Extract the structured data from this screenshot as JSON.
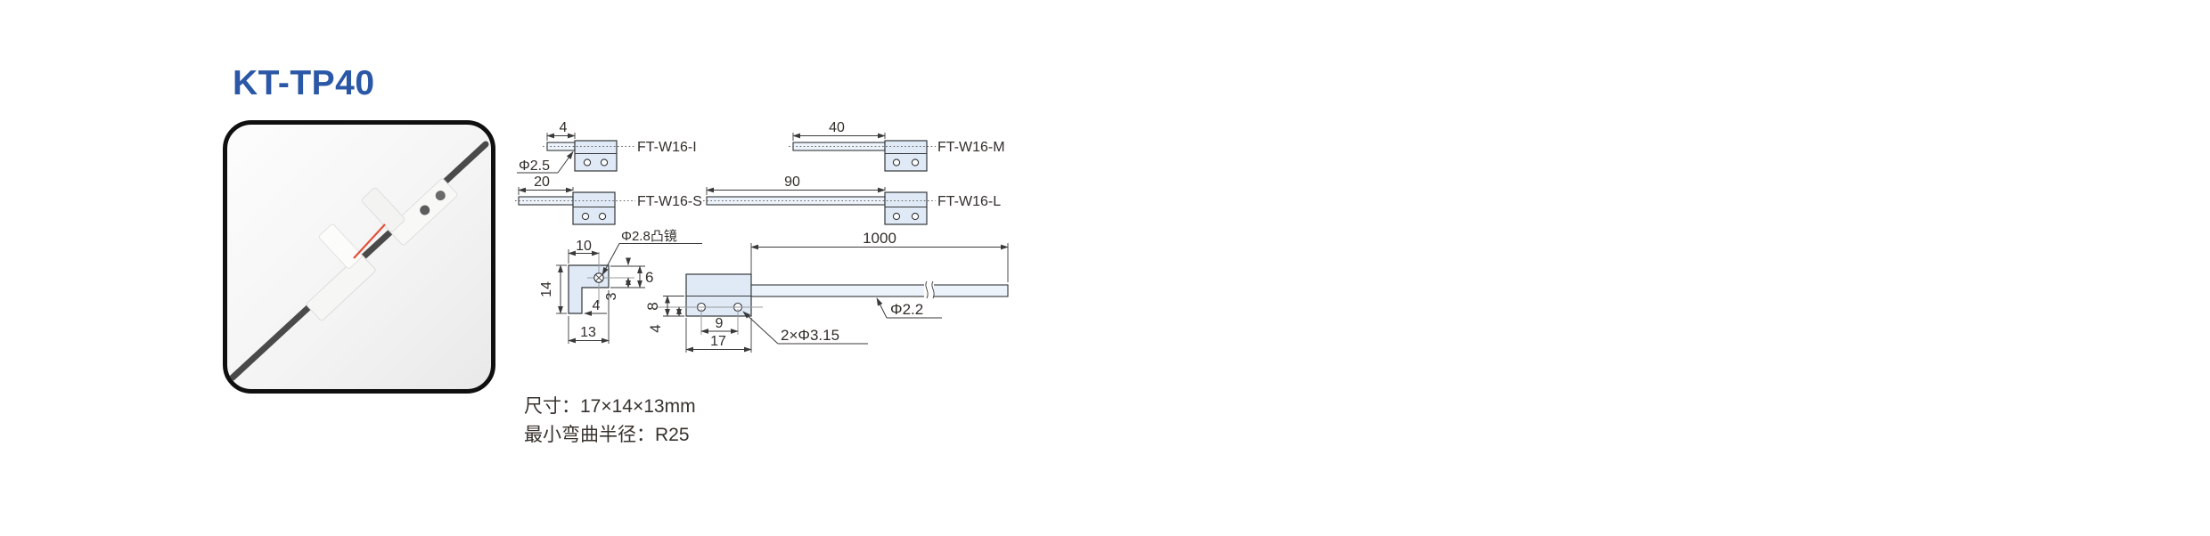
{
  "title": "KT-TP40",
  "colors": {
    "accent": "#2b57a7",
    "block_fill": "#dfeaf6",
    "beam": "#e5503a"
  },
  "variants": [
    {
      "label": "FT-W16-I",
      "tip_length": "4"
    },
    {
      "label": "FT-W16-M",
      "tip_length": "40"
    },
    {
      "label": "FT-W16-S",
      "tip_length": "20"
    },
    {
      "label": "FT-W16-L",
      "tip_length": "90"
    }
  ],
  "callouts": {
    "tip_diameter": "Φ2.5",
    "lens": "Φ2.8凸镜",
    "cable_diameter": "Φ2.2",
    "mounting_holes": "2×Φ3.15"
  },
  "side_view": {
    "width_top": "10",
    "height": "14",
    "thickness": "6",
    "lens_offset": "3",
    "leg_width": "4",
    "depth": "13"
  },
  "front_view": {
    "hole_top": "8",
    "hole_bottom": "4",
    "hole_pitch": "9",
    "width": "17",
    "cable_length": "1000"
  },
  "specs": {
    "size": "尺寸：17×14×13mm",
    "bend_radius": "最小弯曲半径：R25"
  }
}
